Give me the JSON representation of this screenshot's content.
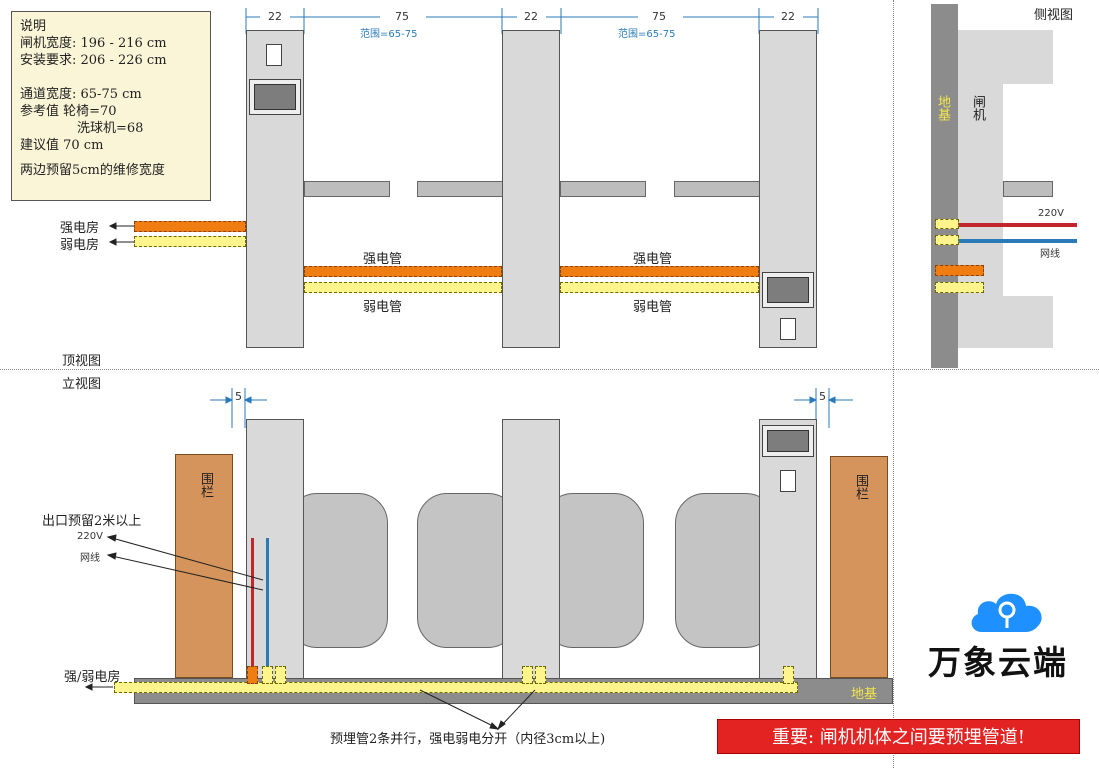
{
  "notes": {
    "title": "说明",
    "width": "闸机宽度: 196 - 216  cm",
    "install": "安装要求: 206 - 226  cm",
    "channel": "通道宽度: 65-75 cm",
    "ref_title": "参考值  轮椅=70",
    "ref_ball": "洗球机=68",
    "suggest": "建议值  70  cm",
    "reserve": "两边预留5cm的维修宽度"
  },
  "top_view": {
    "label": "顶视图",
    "dims": [
      "22",
      "75",
      "22",
      "75",
      "22"
    ],
    "range_labels": [
      "范围=65-75",
      "范围=65-75"
    ],
    "room_strong": "强电房",
    "room_weak": "弱电房",
    "pipe_strong": "强电管",
    "pipe_weak": "弱电管"
  },
  "side_view": {
    "label": "侧视图",
    "foundation": "地基",
    "gate": "闸机",
    "v220": "220V",
    "net": "网线"
  },
  "elevation": {
    "label": "立视图",
    "dim_left": "5",
    "dim_right": "5",
    "fence": "围栏",
    "exit_note": "出口预留2米以上",
    "v220": "220V",
    "net": "网线",
    "room": "强/弱电房",
    "foundation": "地基",
    "pipe_note": "预埋管2条并行，强电弱电分开（内径3cm以上)"
  },
  "logo": {
    "text": "万象云端"
  },
  "important": "重要: 闸机机体之间要预埋管道!",
  "colors": {
    "strong_pipe": "#f07d12",
    "weak_pipe": "#fff58c",
    "fence": "#d4945c",
    "foundation": "#8c8c8c",
    "red_cable": "#c0262a",
    "blue_cable": "#2a7ab8",
    "logo_blue": "#1e90ff",
    "alert_red": "#e32222"
  }
}
